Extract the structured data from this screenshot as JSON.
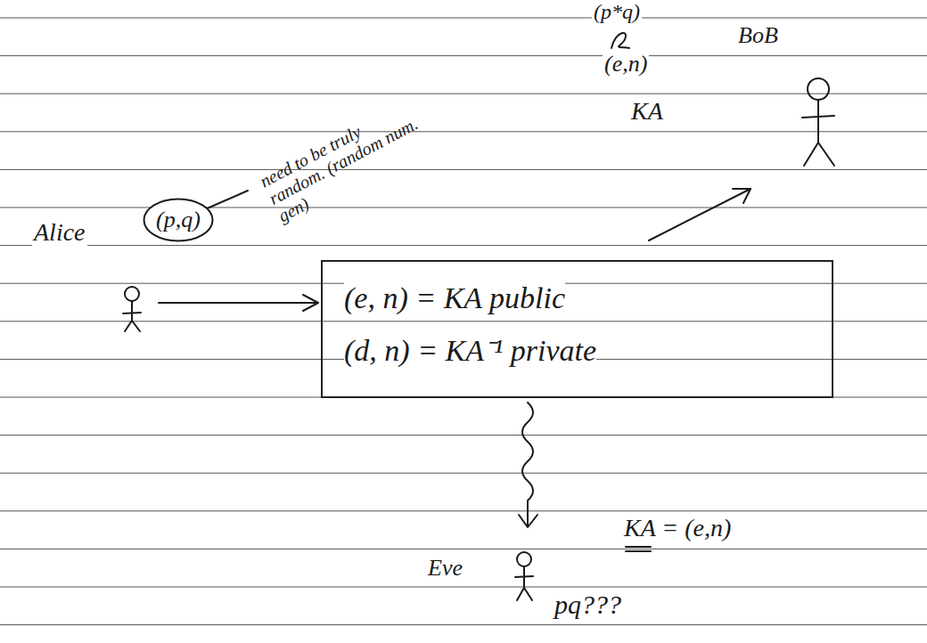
{
  "diagram": {
    "nodes": [
      {
        "text": [
          "(p,q)"
        ]
      },
      {
        "text": [
          "(e, n) = KA public",
          "(d, n) = KA⁻¹ private"
        ]
      }
    ],
    "labels": [
      "(p*q)",
      "BoB",
      "(e,n)",
      "KA",
      "need to be truly random. (random num. gen)",
      "Alice",
      "KA = (e,n)",
      "Eve",
      "pq???"
    ]
  }
}
